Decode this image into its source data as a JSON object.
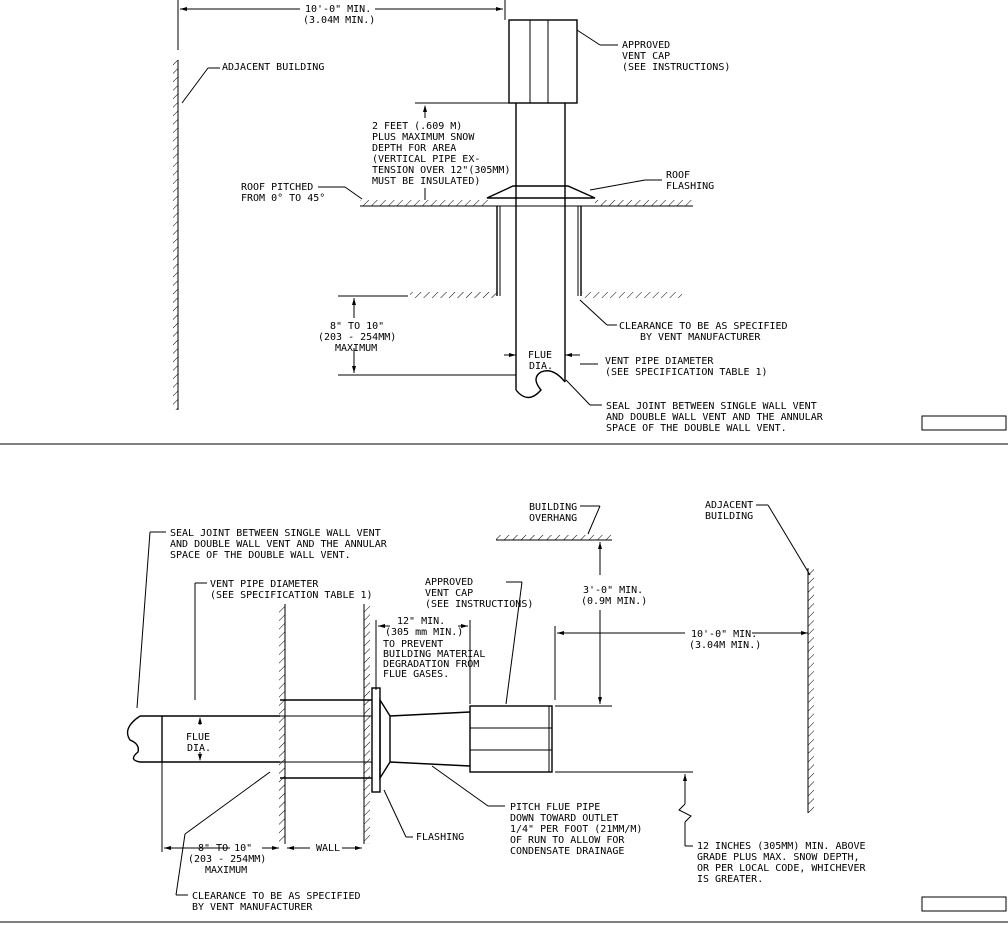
{
  "top": {
    "dim_10ft": [
      "10'-0\" MIN.",
      "(3.04M MIN.)"
    ],
    "adjacent_building": "ADJACENT BUILDING",
    "approved_vent_cap": [
      "APPROVED",
      "VENT CAP",
      "(SEE INSTRUCTIONS)"
    ],
    "two_feet": [
      "2 FEET (.609 M)",
      "PLUS MAXIMUM SNOW",
      "DEPTH FOR AREA",
      "(VERTICAL PIPE EX-",
      "TENSION OVER 12\"(305MM)",
      "MUST BE INSULATED)"
    ],
    "roof_pitched": [
      "ROOF PITCHED",
      "FROM 0° TO 45°"
    ],
    "roof_flashing": [
      "ROOF",
      "FLASHING"
    ],
    "eight_to_ten": [
      "8\" TO 10\"",
      "(203 - 254MM)",
      "MAXIMUM"
    ],
    "clearance": [
      "CLEARANCE TO BE AS SPECIFIED",
      "BY VENT MANUFACTURER"
    ],
    "flue_dia": [
      "FLUE",
      "DIA."
    ],
    "vent_pipe_diameter": [
      "VENT PIPE DIAMETER",
      "(SEE SPECIFICATION TABLE 1)"
    ],
    "seal_joint": [
      "SEAL JOINT BETWEEN SINGLE WALL VENT",
      "AND DOUBLE WALL VENT AND THE ANNULAR",
      "SPACE OF THE DOUBLE WALL VENT."
    ]
  },
  "bottom": {
    "seal_joint": [
      "SEAL JOINT BETWEEN SINGLE WALL VENT",
      "AND DOUBLE WALL VENT AND THE ANNULAR",
      "SPACE OF THE DOUBLE WALL VENT."
    ],
    "vent_pipe_diameter": [
      "VENT PIPE DIAMETER",
      "(SEE SPECIFICATION TABLE 1)"
    ],
    "approved_vent_cap": [
      "APPROVED",
      "VENT CAP",
      "(SEE INSTRUCTIONS)"
    ],
    "building_overhang": [
      "BUILDING",
      "OVERHANG"
    ],
    "adjacent_building": [
      "ADJACENT",
      "BUILDING"
    ],
    "twelve_min": [
      "12\" MIN.",
      "(305 mm MIN.)"
    ],
    "prevent": [
      "TO PREVENT",
      "BUILDING MATERIAL",
      "DEGRADATION FROM",
      "FLUE GASES."
    ],
    "three_ft": [
      "3'-0\" MIN.",
      "(0.9M MIN.)"
    ],
    "ten_ft": [
      "10'-0\" MIN.",
      "(3.04M MIN.)"
    ],
    "flue_dia": [
      "FLUE",
      "DIA."
    ],
    "pitch": [
      "PITCH FLUE PIPE",
      "DOWN TOWARD OUTLET",
      "1/4\" PER FOOT (21MM/M)",
      "OF RUN TO ALLOW FOR",
      "CONDENSATE DRAINAGE"
    ],
    "flashing": "FLASHING",
    "eight_to_ten": [
      "8\" TO 10\"",
      "(203 - 254MM)",
      "MAXIMUM"
    ],
    "wall": "WALL",
    "twelve_inches": [
      "12 INCHES (305MM) MIN. ABOVE",
      "GRADE PLUS MAX. SNOW DEPTH,",
      "OR PER LOCAL CODE, WHICHEVER",
      "IS GREATER."
    ],
    "clearance": [
      "CLEARANCE TO BE AS SPECIFIED",
      "BY VENT MANUFACTURER"
    ]
  }
}
